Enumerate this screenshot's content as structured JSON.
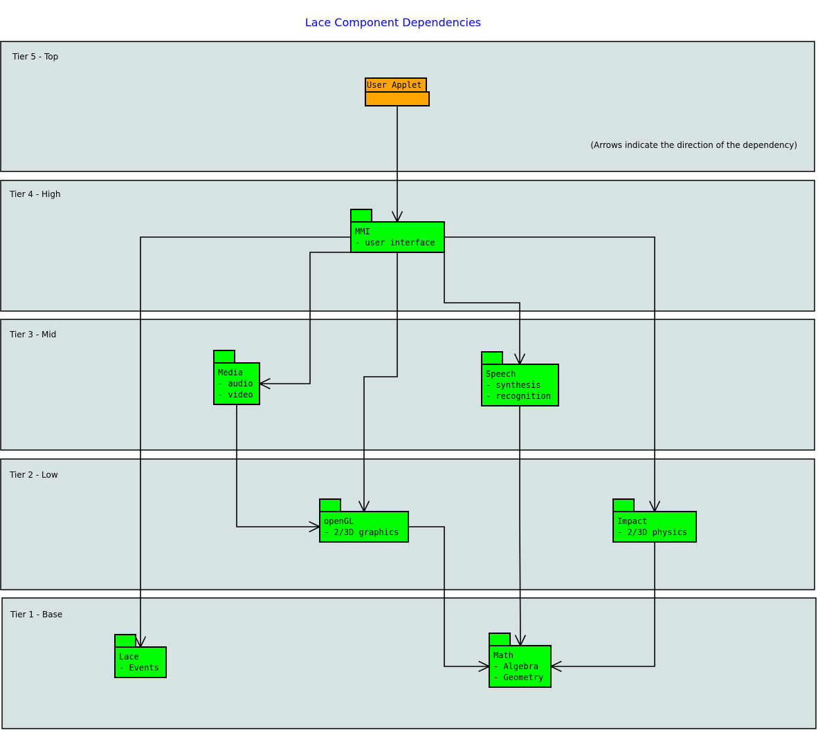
{
  "title": "Lace Component Dependencies",
  "note": "(Arrows indicate the direction of the dependency)",
  "colors": {
    "tier_fill": "#d7e3e3",
    "package_green": "#00ff00",
    "package_orange": "#ffa500",
    "title": "#0000ff"
  },
  "tiers": [
    {
      "label": "Tier 5 - Top"
    },
    {
      "label": "Tier 4 - High"
    },
    {
      "label": "Tier 3 - Mid"
    },
    {
      "label": "Tier 2 - Low"
    },
    {
      "label": "Tier 1 - Base"
    }
  ],
  "packages": {
    "user_applet": {
      "lines": [
        "User Applet"
      ]
    },
    "mmi": {
      "lines": [
        "MMI",
        "- user interface"
      ]
    },
    "media": {
      "lines": [
        "Media",
        "- audio",
        "- video"
      ]
    },
    "speech": {
      "lines": [
        "Speech",
        "- synthesis",
        "- recognition"
      ]
    },
    "opengl": {
      "lines": [
        "openGL",
        "- 2/3D graphics"
      ]
    },
    "impact": {
      "lines": [
        "Impact",
        "- 2/3D physics"
      ]
    },
    "lace": {
      "lines": [
        "Lace",
        "- Events"
      ]
    },
    "math": {
      "lines": [
        "Math",
        "- Algebra",
        "- Geometry"
      ]
    }
  },
  "dependencies": [
    {
      "from": "User Applet",
      "to": "MMI"
    },
    {
      "from": "MMI",
      "to": "Lace"
    },
    {
      "from": "MMI",
      "to": "Impact"
    },
    {
      "from": "MMI",
      "to": "Media"
    },
    {
      "from": "MMI",
      "to": "openGL"
    },
    {
      "from": "MMI",
      "to": "Speech"
    },
    {
      "from": "Media",
      "to": "openGL"
    },
    {
      "from": "Speech",
      "to": "Math"
    },
    {
      "from": "openGL",
      "to": "Math"
    },
    {
      "from": "Impact",
      "to": "Math"
    }
  ]
}
